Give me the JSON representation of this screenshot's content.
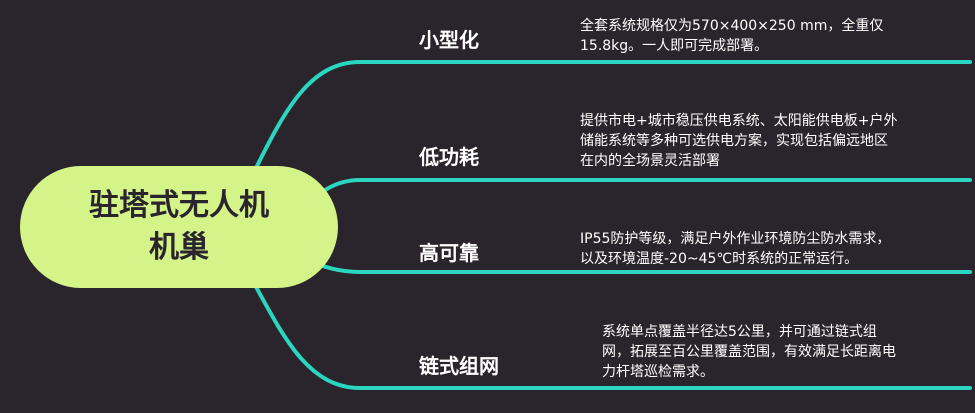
{
  "root": {
    "line1": "驻塔式无人机",
    "line2": "机巢"
  },
  "branches": [
    {
      "title": "小型化",
      "lines": [
        "全套系统规格仅为570×400×250 mm，全重仅",
        "15.8kg。一人即可完成部署。"
      ]
    },
    {
      "title": "低功耗",
      "lines": [
        "提供市电+城市稳压供电系统、太阳能供电板+户外",
        "储能系统等多种可选供电方案，实现包括偏远地区",
        "在内的全场景灵活部署"
      ]
    },
    {
      "title": "高可靠",
      "lines": [
        "IP55防护等级，满足户外作业环境防尘防水需求，",
        "以及环境温度-20~45℃时系统的正常运行。"
      ]
    },
    {
      "title": "链式组网",
      "lines": [
        "系统单点覆盖半径达5公里，并可通过链式组",
        "网，拓展至百公里覆盖范围，有效满足长距离电",
        "力杆塔巡检需求。"
      ]
    }
  ],
  "colors": {
    "background": "#2a252c",
    "root_fill": "#d4f48a",
    "connector": "#2ad6bf",
    "text": "#ffffff"
  }
}
